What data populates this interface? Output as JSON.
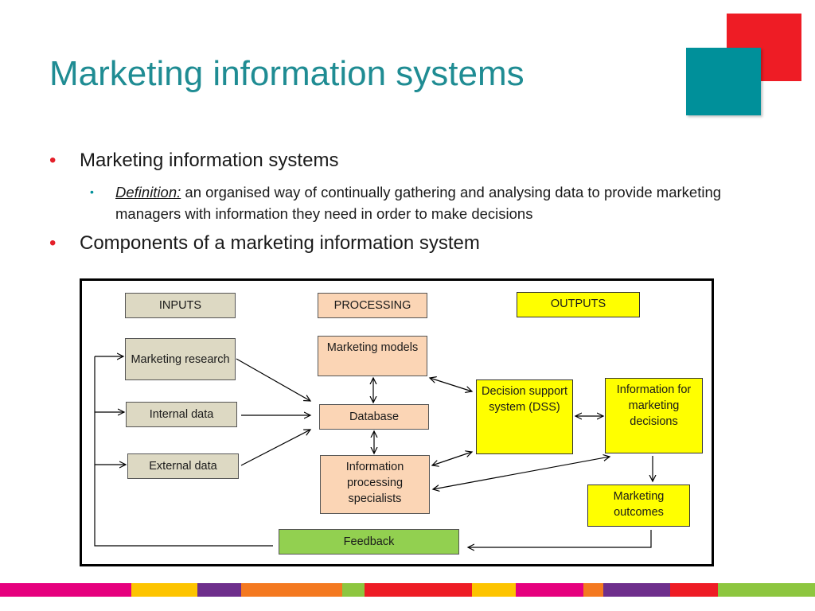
{
  "slide": {
    "title": "Marketing information systems",
    "bullets": [
      {
        "text": "Marketing information systems"
      },
      {
        "text": "Components of a marketing information system"
      }
    ],
    "sub_bullet": {
      "label": "Definition:",
      "text": " an organised way of continually gathering and analysing data to provide marketing managers with information they need in order to make decisions"
    }
  },
  "diagram": {
    "headers": {
      "inputs": "INPUTS",
      "processing": "PROCESSING",
      "outputs": "OUTPUTS"
    },
    "inputs": {
      "marketing_research": "Marketing research",
      "internal_data": "Internal data",
      "external_data": "External data"
    },
    "processing": {
      "marketing_models": "Marketing models",
      "database": "Database",
      "specialists": "Information processing specialists"
    },
    "outputs": {
      "dss": "Decision support system (DSS)",
      "information": "Information for marketing decisions",
      "outcomes": "Marketing outcomes"
    },
    "feedback": "Feedback"
  },
  "colors": {
    "title": "#1f8c93",
    "bullet_main": "#e4202a",
    "bullet_sub": "#00909a",
    "inputs_fill": "#ddd9c3",
    "processing_fill": "#fbd5b5",
    "outputs_fill": "#ffff00",
    "feedback_fill": "#92d050",
    "footer_stripes": [
      "#e6007e",
      "#fdc400",
      "#6e2f8c",
      "#f47920",
      "#8dc63f",
      "#ee1c25",
      "#fdc400",
      "#e6007e",
      "#f47920",
      "#6e2f8c",
      "#ee1c25",
      "#8dc63f"
    ]
  }
}
